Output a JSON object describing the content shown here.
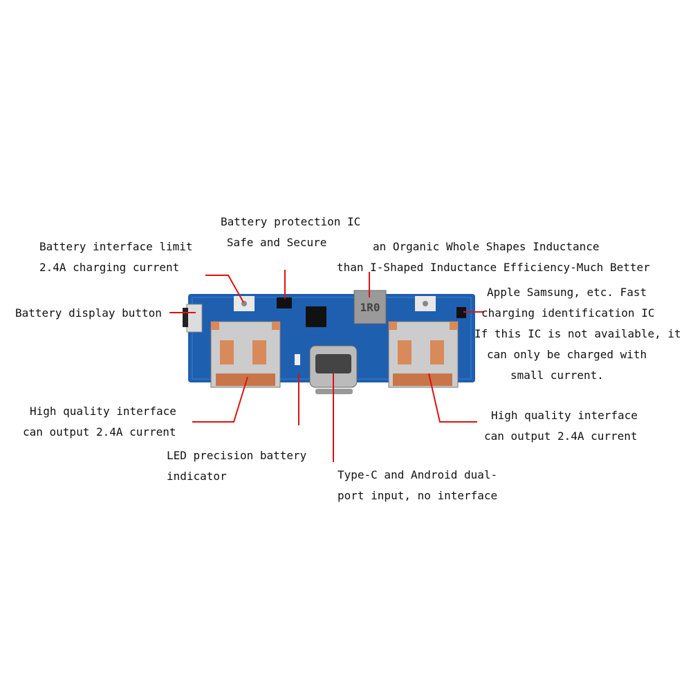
{
  "labels": {
    "battery_interface": [
      "Battery interface limit",
      "2.4A charging current"
    ],
    "protection_ic": [
      "Battery protection IC",
      "Safe and Secure"
    ],
    "inductance": [
      "an Organic Whole Shapes Inductance",
      "than I-Shaped Inductance Efficiency-Much Better"
    ],
    "fast_charging": [
      "Apple Samsung, etc. Fast",
      "charging identification IC",
      "If this IC is not available, it",
      "can only be charged with",
      "small current."
    ],
    "display_button": [
      "Battery display button"
    ],
    "usb_left": [
      "High quality interface",
      "can output 2.4A current"
    ],
    "usb_right": [
      "High quality interface",
      "can output 2.4A current"
    ],
    "led": [
      "LED precision battery",
      "indicator"
    ],
    "typec": [
      "Type-C and Android dual-",
      "port input, no interface"
    ]
  },
  "board": {
    "inductor_marking": "1R0"
  },
  "colors": {
    "pcb": "#1f5fb0",
    "leader": "#e01010",
    "copper": "#d98a5a"
  }
}
